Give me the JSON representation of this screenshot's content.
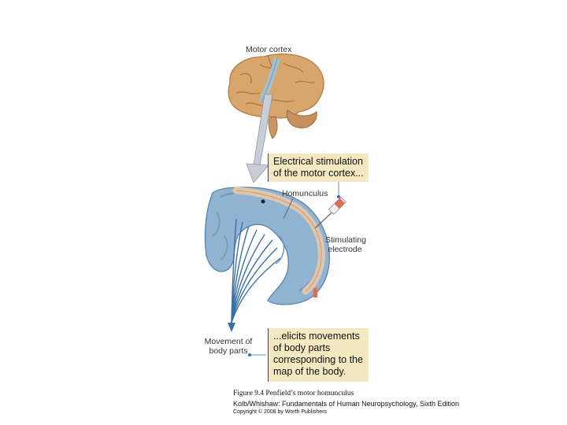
{
  "labels": {
    "motor_cortex": "Motor cortex",
    "homunculus": "Homunculus",
    "stimulating_electrode_line1": "Stimulating",
    "stimulating_electrode_line2": "electrode",
    "movement_line1": "Movement of",
    "movement_line2": "body parts"
  },
  "boxes": {
    "stimulation_line1": "Electrical stimulation",
    "stimulation_line2": "of the motor cortex...",
    "elicits_line1": "...elicits movements",
    "elicits_line2": "of body parts",
    "elicits_line3": "corresponding to the",
    "elicits_line4": "map of the body."
  },
  "caption": {
    "figure": "Figure 9.4  Penfield’s motor homunculus",
    "source": "Kolb/Whishaw: Fundamentals of Human Neuropsychology, Sixth Edition",
    "copyright": "Copyright © 2008 by Worth Publishers"
  },
  "colors": {
    "brain": "#d8a56b",
    "cortex_slice": "#8fb3d0",
    "homunculus_strip": "#e8c9a8",
    "arrow": "#3a6fa8",
    "box_fill": "#f3e8bf"
  }
}
